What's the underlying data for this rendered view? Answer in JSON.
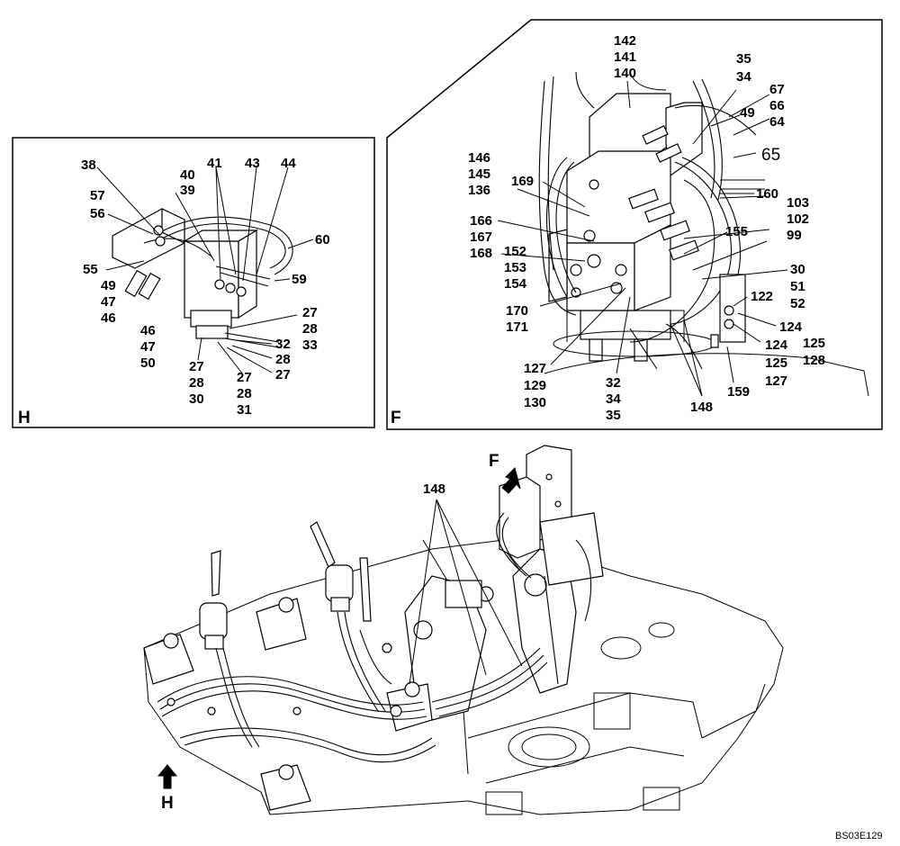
{
  "drawing_id": "BS03E129",
  "detail_h": {
    "letter": "H",
    "callouts": [
      {
        "id": "h38",
        "text": "38"
      },
      {
        "id": "h57",
        "text": "57"
      },
      {
        "id": "h56",
        "text": "56"
      },
      {
        "id": "h40",
        "text": "40"
      },
      {
        "id": "h39",
        "text": "39"
      },
      {
        "id": "h41",
        "text": "41"
      },
      {
        "id": "h43",
        "text": "43"
      },
      {
        "id": "h44",
        "text": "44"
      },
      {
        "id": "h60",
        "text": "60"
      },
      {
        "id": "h55",
        "text": "55"
      },
      {
        "id": "h59",
        "text": "59"
      },
      {
        "id": "h49a",
        "text": "49"
      },
      {
        "id": "h47a",
        "text": "47"
      },
      {
        "id": "h46a",
        "text": "46"
      },
      {
        "id": "h46b",
        "text": "46"
      },
      {
        "id": "h47b",
        "text": "47"
      },
      {
        "id": "h50",
        "text": "50"
      },
      {
        "id": "h27a",
        "text": "27"
      },
      {
        "id": "h28a",
        "text": "28"
      },
      {
        "id": "h33",
        "text": "33"
      },
      {
        "id": "h32",
        "text": "32"
      },
      {
        "id": "h28b",
        "text": "28"
      },
      {
        "id": "h27b",
        "text": "27"
      },
      {
        "id": "h27c",
        "text": "27"
      },
      {
        "id": "h28c",
        "text": "28"
      },
      {
        "id": "h30",
        "text": "30"
      },
      {
        "id": "h27d",
        "text": "27"
      },
      {
        "id": "h28d",
        "text": "28"
      },
      {
        "id": "h31",
        "text": "31"
      }
    ]
  },
  "detail_f": {
    "letter": "F",
    "callouts": [
      {
        "id": "f142",
        "text": "142"
      },
      {
        "id": "f141",
        "text": "141"
      },
      {
        "id": "f140",
        "text": "140"
      },
      {
        "id": "f35a",
        "text": "35"
      },
      {
        "id": "f34a",
        "text": "34"
      },
      {
        "id": "f67",
        "text": "67"
      },
      {
        "id": "f66",
        "text": "66"
      },
      {
        "id": "f64",
        "text": "64"
      },
      {
        "id": "f49",
        "text": "49"
      },
      {
        "id": "f65",
        "text": "65"
      },
      {
        "id": "f146",
        "text": "146"
      },
      {
        "id": "f145",
        "text": "145"
      },
      {
        "id": "f169",
        "text": "169"
      },
      {
        "id": "f136",
        "text": "136"
      },
      {
        "id": "f160",
        "text": "160"
      },
      {
        "id": "f103",
        "text": "103"
      },
      {
        "id": "f102",
        "text": "102"
      },
      {
        "id": "f166",
        "text": "166"
      },
      {
        "id": "f167",
        "text": "167"
      },
      {
        "id": "f155",
        "text": "155"
      },
      {
        "id": "f99",
        "text": "99"
      },
      {
        "id": "f168",
        "text": "168"
      },
      {
        "id": "f152",
        "text": "152"
      },
      {
        "id": "f153",
        "text": "153"
      },
      {
        "id": "f154",
        "text": "154"
      },
      {
        "id": "f30",
        "text": "30"
      },
      {
        "id": "f51",
        "text": "51"
      },
      {
        "id": "f52",
        "text": "52"
      },
      {
        "id": "f122",
        "text": "122"
      },
      {
        "id": "f170",
        "text": "170"
      },
      {
        "id": "f171",
        "text": "171"
      },
      {
        "id": "f124a",
        "text": "124"
      },
      {
        "id": "f124b",
        "text": "124"
      },
      {
        "id": "f125a",
        "text": "125"
      },
      {
        "id": "f128",
        "text": "128"
      },
      {
        "id": "f125b",
        "text": "125"
      },
      {
        "id": "f127a",
        "text": "127"
      },
      {
        "id": "f127b",
        "text": "127"
      },
      {
        "id": "f129",
        "text": "129"
      },
      {
        "id": "f130",
        "text": "130"
      },
      {
        "id": "f32",
        "text": "32"
      },
      {
        "id": "f34b",
        "text": "34"
      },
      {
        "id": "f35b",
        "text": "35"
      },
      {
        "id": "f159",
        "text": "159"
      },
      {
        "id": "f148",
        "text": "148"
      }
    ]
  },
  "main_view": {
    "callouts": [
      {
        "id": "m148",
        "text": "148"
      },
      {
        "id": "mF",
        "text": "F"
      },
      {
        "id": "mH",
        "text": "H"
      }
    ]
  }
}
